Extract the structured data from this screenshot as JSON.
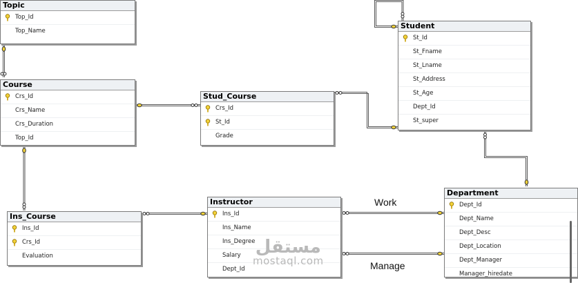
{
  "tables": {
    "topic": {
      "title": "Topic",
      "columns": [
        {
          "name": "Top_Id",
          "key": true
        },
        {
          "name": "Top_Name",
          "key": false
        }
      ]
    },
    "course": {
      "title": "Course",
      "columns": [
        {
          "name": "Crs_Id",
          "key": true
        },
        {
          "name": "Crs_Name",
          "key": false
        },
        {
          "name": "Crs_Duration",
          "key": false
        },
        {
          "name": "Top_Id",
          "key": false
        }
      ]
    },
    "stud_course": {
      "title": "Stud_Course",
      "columns": [
        {
          "name": "Crs_Id",
          "key": true
        },
        {
          "name": "St_Id",
          "key": true
        },
        {
          "name": "Grade",
          "key": false
        }
      ]
    },
    "student": {
      "title": "Student",
      "columns": [
        {
          "name": "St_Id",
          "key": true
        },
        {
          "name": "St_Fname",
          "key": false
        },
        {
          "name": "St_Lname",
          "key": false
        },
        {
          "name": "St_Address",
          "key": false
        },
        {
          "name": "St_Age",
          "key": false
        },
        {
          "name": "Dept_Id",
          "key": false
        },
        {
          "name": "St_super",
          "key": false
        }
      ]
    },
    "ins_course": {
      "title": "Ins_Course",
      "columns": [
        {
          "name": "Ins_Id",
          "key": true
        },
        {
          "name": "Crs_Id",
          "key": true
        },
        {
          "name": "Evaluation",
          "key": false
        }
      ]
    },
    "instructor": {
      "title": "Instructor",
      "columns": [
        {
          "name": "Ins_Id",
          "key": true
        },
        {
          "name": "Ins_Name",
          "key": false
        },
        {
          "name": "Ins_Degree",
          "key": false
        },
        {
          "name": "Salary",
          "key": false
        },
        {
          "name": "Dept_Id",
          "key": false
        }
      ]
    },
    "department": {
      "title": "Department",
      "columns": [
        {
          "name": "Dept_Id",
          "key": true
        },
        {
          "name": "Dept_Name",
          "key": false
        },
        {
          "name": "Dept_Desc",
          "key": false
        },
        {
          "name": "Dept_Location",
          "key": false
        },
        {
          "name": "Dept_Manager",
          "key": false
        },
        {
          "name": "Manager_hiredate",
          "key": false
        }
      ]
    }
  },
  "labels": {
    "work": "Work",
    "manage": "Manage"
  },
  "watermark": {
    "arabic": "مستقل",
    "latin": "mostaql.com"
  },
  "colors": {
    "key_icon": "#f2d23a",
    "line": "#555555",
    "title_bg": "#eef1f4"
  }
}
